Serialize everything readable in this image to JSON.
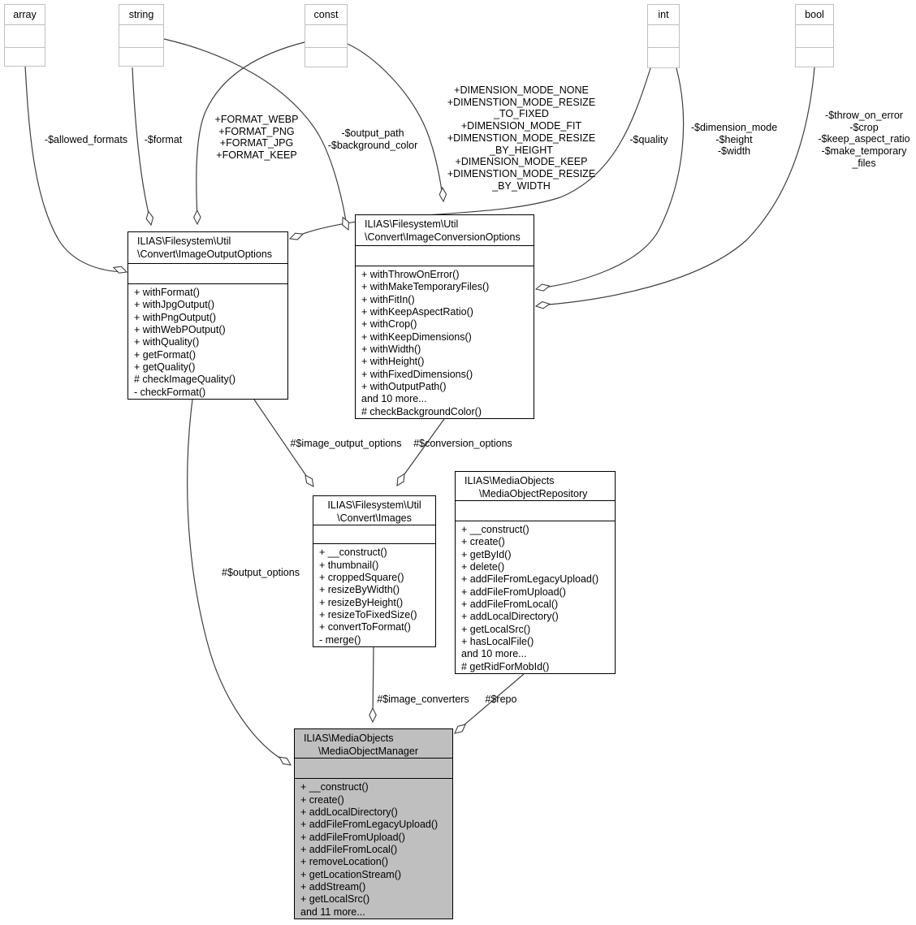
{
  "diagram": {
    "colors": {
      "manager_fill": "#bfbfbf",
      "edge": "#3f3f3f",
      "primitive_border": "#bfbfbf"
    },
    "primitives": [
      {
        "label": "array"
      },
      {
        "label": "string"
      },
      {
        "label": "const"
      },
      {
        "label": "int"
      },
      {
        "label": "bool"
      }
    ],
    "classes": {
      "image_output_options": {
        "title": [
          "ILIAS\\Filesystem\\Util",
          "\\Convert\\ImageOutputOptions"
        ],
        "methods": [
          "+ withFormat()",
          "+ withJpgOutput()",
          "+ withPngOutput()",
          "+ withWebPOutput()",
          "+ withQuality()",
          "+ getFormat()",
          "+ getQuality()",
          "# checkImageQuality()",
          "- checkFormat()"
        ]
      },
      "image_conversion_options": {
        "title": [
          "ILIAS\\Filesystem\\Util",
          "\\Convert\\ImageConversionOptions"
        ],
        "methods": [
          "+ withThrowOnError()",
          "+ withMakeTemporaryFiles()",
          "+ withFitIn()",
          "+ withKeepAspectRatio()",
          "+ withCrop()",
          "+ withKeepDimensions()",
          "+ withWidth()",
          "+ withHeight()",
          "+ withFixedDimensions()",
          "+ withOutputPath()",
          "and 10 more...",
          "# checkBackgroundColor()"
        ]
      },
      "images": {
        "title": [
          "ILIAS\\Filesystem\\Util",
          "\\Convert\\Images"
        ],
        "methods": [
          "+ __construct()",
          "+ thumbnail()",
          "+ croppedSquare()",
          "+ resizeByWidth()",
          "+ resizeByHeight()",
          "+ resizeToFixedSize()",
          "+ convertToFormat()",
          "- merge()"
        ]
      },
      "media_object_repository": {
        "title": [
          "ILIAS\\MediaObjects",
          "\\MediaObjectRepository"
        ],
        "methods": [
          "+ __construct()",
          "+ create()",
          "+ getById()",
          "+ delete()",
          "+ addFileFromLegacyUpload()",
          "+ addFileFromUpload()",
          "+ addFileFromLocal()",
          "+ addLocalDirectory()",
          "+ getLocalSrc()",
          "+ hasLocalFile()",
          "and 10 more...",
          "# getRidForMobId()"
        ]
      },
      "media_object_manager": {
        "title": [
          "ILIAS\\MediaObjects",
          "\\MediaObjectManager"
        ],
        "methods": [
          "+ __construct()",
          "+ create()",
          "+ addLocalDirectory()",
          "+ addFileFromLegacyUpload()",
          "+ addFileFromUpload()",
          "+ addFileFromLocal()",
          "+ removeLocation()",
          "+ getLocationStream()",
          "+ addStream()",
          "+ getLocalSrc()",
          "and 11 more..."
        ]
      }
    },
    "edge_labels": {
      "allowed_formats": "-$allowed_formats",
      "format": "-$format",
      "format_constants": [
        "+FORMAT_WEBP",
        "+FORMAT_PNG",
        "+FORMAT_JPG",
        "+FORMAT_KEEP"
      ],
      "output_path": [
        "-$output_path",
        "-$background_color"
      ],
      "dimension_constants": [
        "+DIMENSION_MODE_NONE",
        "+DIMENSTION_MODE_RESIZE",
        "_TO_FIXED",
        "+DIMENSION_MODE_FIT",
        "+DIMENSTION_MODE_RESIZE",
        "_BY_HEIGHT",
        "+DIMENSION_MODE_KEEP",
        "+DIMENSTION_MODE_RESIZE",
        "_BY_WIDTH"
      ],
      "quality": "-$quality",
      "dimension_fields": [
        "-$dimension_mode",
        "-$height",
        "-$width"
      ],
      "bool_fields": [
        "-$throw_on_error",
        "-$crop",
        "-$keep_aspect_ratio",
        "-$make_temporary",
        "_files"
      ],
      "image_output_options": "#$image_output_options",
      "conversion_options": "#$conversion_options",
      "output_options": "#$output_options",
      "image_converters": "#$image_converters",
      "repo": "#$repo"
    }
  }
}
